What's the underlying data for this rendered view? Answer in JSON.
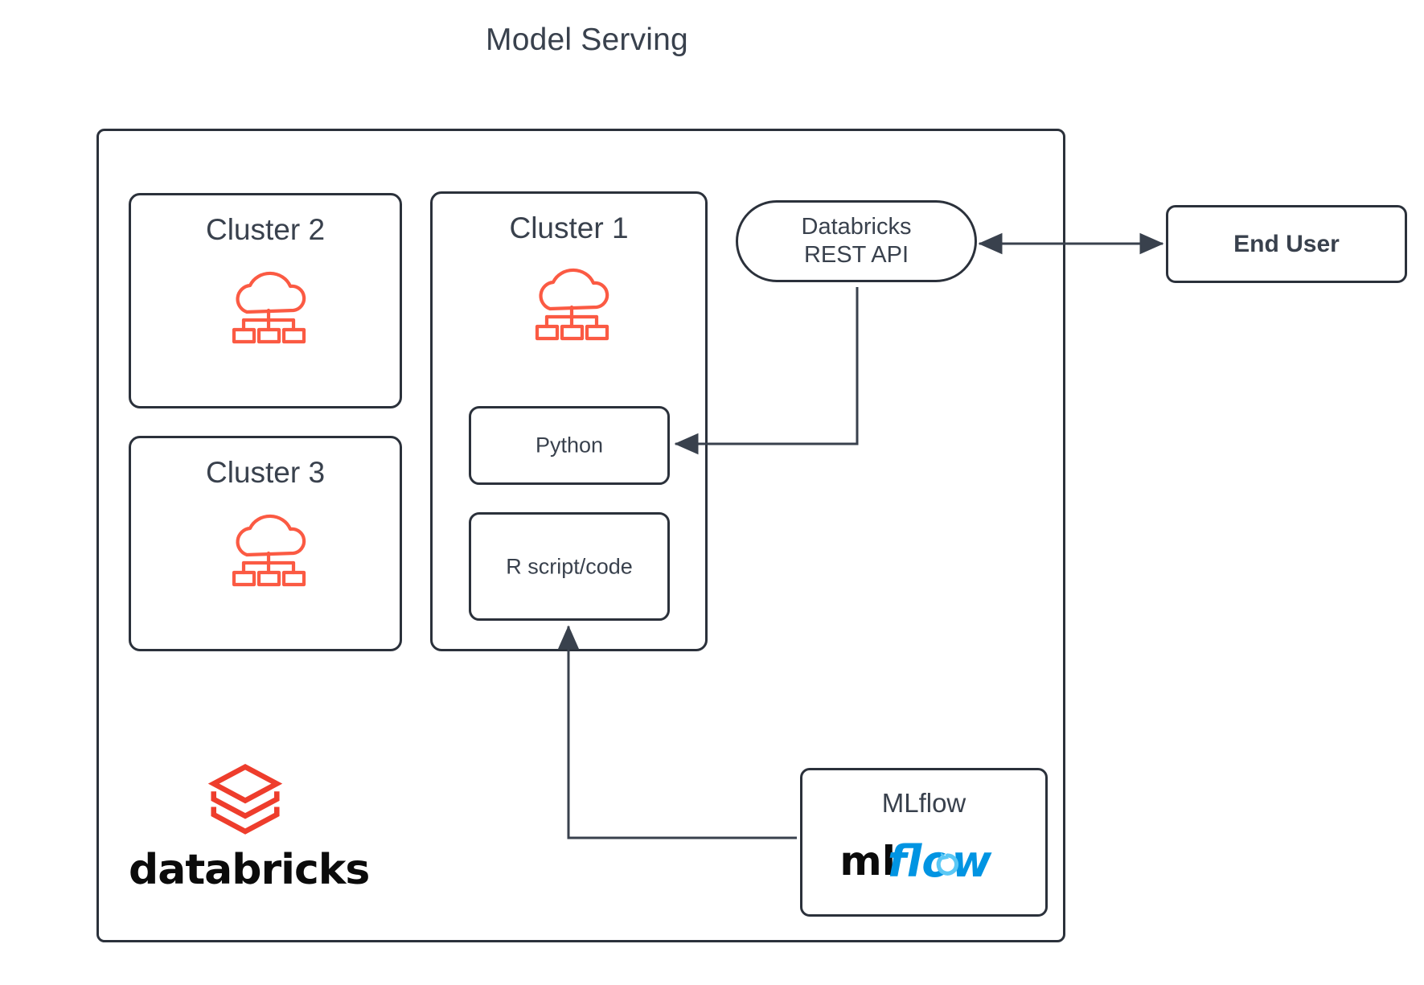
{
  "title": "Model Serving",
  "colors": {
    "stroke": "#2b313b",
    "text": "#39414d",
    "cloud_icon": "#fb5a43",
    "databricks_red": "#ee3d2c",
    "mlflow_blue": "#0194e2",
    "mlflow_black": "#0b0b0b",
    "background": "#ffffff"
  },
  "outer_frame": {
    "name": "databricks-workspace"
  },
  "clusters": [
    {
      "id": "cluster2",
      "label": "Cluster 2",
      "icon": "cloud-network-icon"
    },
    {
      "id": "cluster3",
      "label": "Cluster 3",
      "icon": "cloud-network-icon"
    },
    {
      "id": "cluster1",
      "label": "Cluster 1",
      "icon": "cloud-network-icon"
    }
  ],
  "cluster1_children": [
    {
      "id": "python",
      "label": "Python"
    },
    {
      "id": "rscript",
      "label": "R script/code"
    }
  ],
  "rest_api": {
    "line1": "Databricks",
    "line2": "REST API"
  },
  "end_user": {
    "label": "End User"
  },
  "mlflow": {
    "title": "MLflow",
    "logo_prefix": "ml",
    "logo_suffix_f": "f",
    "logo_suffix_l": "l",
    "logo_o": "o",
    "logo_w": "w"
  },
  "databricks": {
    "wordmark": "databricks",
    "logo": "databricks-stack-icon"
  },
  "connections": [
    {
      "id": "restapi-enduser",
      "from": "Databricks REST API",
      "to": "End User",
      "style": "double-arrow"
    },
    {
      "id": "restapi-python",
      "from": "Databricks REST API",
      "to": "Python",
      "style": "elbow-arrow"
    },
    {
      "id": "mlflow-rscript",
      "from": "MLflow",
      "to": "R script/code",
      "style": "elbow-arrow"
    }
  ]
}
